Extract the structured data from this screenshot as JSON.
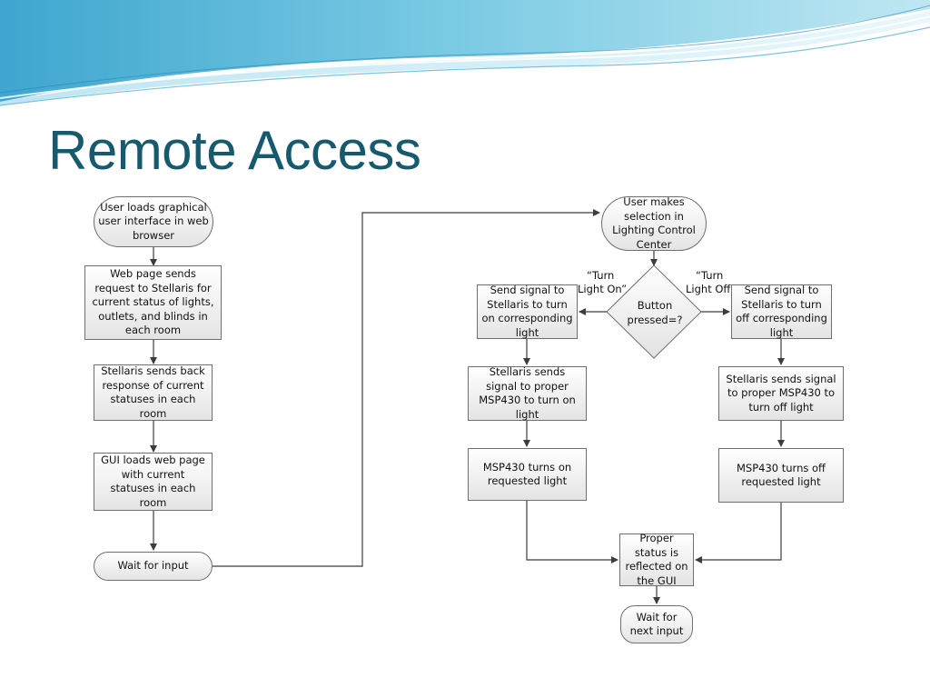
{
  "slide": {
    "title": "Remote Access",
    "accent_color": "#17596d"
  },
  "flowchart": {
    "nodes": {
      "start": "User loads graphical user interface in web browser",
      "request": "Web page sends request to Stellaris for current status of lights, outlets, and blinds in each room",
      "response": "Stellaris sends back response of current statuses in each room",
      "gui_load": "GUI loads web page with current statuses in each room",
      "wait": "Wait for input",
      "selection": "User makes selection in Lighting Control Center",
      "decision": "Button pressed=?",
      "send_on": "Send signal to Stellaris to turn on corresponding light",
      "send_off": "Send signal to Stellaris to turn off corresponding light",
      "msp_on_signal": "Stellaris sends signal to proper MSP430 to turn on light",
      "msp_off_signal": "Stellaris sends signal to proper MSP430 to turn off light",
      "msp_on": "MSP430 turns on requested light",
      "msp_off": "MSP430 turns off requested light",
      "status": "Proper status is reflected on the GUI",
      "wait_next": "Wait for next input"
    },
    "edge_labels": {
      "on_line1": "“Turn",
      "on_line2": "Light On”",
      "off_line1": "“Turn",
      "off_line2": "Light  Off”"
    }
  }
}
